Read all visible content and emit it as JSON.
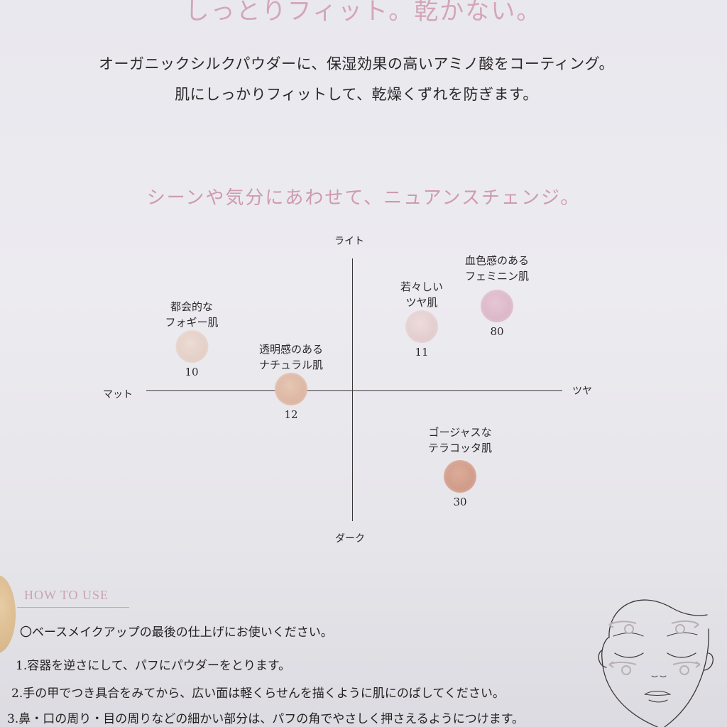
{
  "header": {
    "headline": "しっとりフィット。乾かない。",
    "intro_lines": [
      "オーガニックシルクパウダーに、保湿効果の高いアミノ酸をコーティング。",
      "肌にしっかりフィットして、乾燥くずれを防ぎます。"
    ]
  },
  "section": {
    "subhead": "シーンや気分にあわせて、ニュアンスチェンジ。"
  },
  "chart_data": {
    "type": "scatter",
    "title": "シーンや気分にあわせて、ニュアンスチェンジ。",
    "axes": {
      "x_left": "マット",
      "x_right": "ツヤ",
      "y_top": "ライト",
      "y_bottom": "ダーク"
    },
    "xlim": [
      -1,
      1
    ],
    "ylim": [
      -1,
      1
    ],
    "grid": false,
    "legend": "none",
    "points": [
      {
        "code": "10",
        "label_line1": "都会的な",
        "label_line2": "フォギー肌",
        "x": -0.76,
        "y": 0.3,
        "color": "#e3cfc7"
      },
      {
        "code": "12",
        "label_line1": "透明感のある",
        "label_line2": "ナチュラル肌",
        "x": -0.3,
        "y": 0.0,
        "color": "#dcb8a4"
      },
      {
        "code": "11",
        "label_line1": "若々しい",
        "label_line2": "ツヤ肌",
        "x": 0.33,
        "y": 0.45,
        "color": "#e4cfd0"
      },
      {
        "code": "80",
        "label_line1": "血色感のある",
        "label_line2": "フェミニン肌",
        "x": 0.7,
        "y": 0.65,
        "color": "#dcb8c8"
      },
      {
        "code": "30",
        "label_line1": "ゴージャスな",
        "label_line2": "テラコッタ肌",
        "x": 0.52,
        "y": -0.6,
        "color": "#d2a08e"
      }
    ]
  },
  "howto": {
    "title": "HOW TO USE",
    "steps": [
      "〇ベースメイクアップの最後の仕上げにお使いください。",
      "1.容器を逆さにして、パフにパウダーをとります。",
      "2.手の甲でつき具合をみてから、広い面は軽くらせんを描くように肌にのばしてください。",
      "3.鼻・口の周り・目の周りなどの細かい部分は、パフの角でやさしく押さえるようにつけます。"
    ]
  },
  "illustration": {
    "icon": "face-application-diagram-icon"
  }
}
